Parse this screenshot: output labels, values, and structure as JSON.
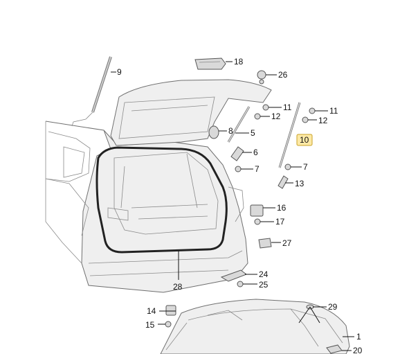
{
  "diagram": {
    "callouts": [
      {
        "id": "c1",
        "text": "1"
      },
      {
        "id": "c5",
        "text": "5"
      },
      {
        "id": "c6",
        "text": "6"
      },
      {
        "id": "c7a",
        "text": "7"
      },
      {
        "id": "c7b",
        "text": "7"
      },
      {
        "id": "c8",
        "text": "8"
      },
      {
        "id": "c9",
        "text": "9"
      },
      {
        "id": "c10",
        "text": "10",
        "highlighted": true
      },
      {
        "id": "c11a",
        "text": "11"
      },
      {
        "id": "c11b",
        "text": "11"
      },
      {
        "id": "c12a",
        "text": "12"
      },
      {
        "id": "c12b",
        "text": "12"
      },
      {
        "id": "c13",
        "text": "13"
      },
      {
        "id": "c14",
        "text": "14"
      },
      {
        "id": "c15",
        "text": "15"
      },
      {
        "id": "c16",
        "text": "16"
      },
      {
        "id": "c17",
        "text": "17"
      },
      {
        "id": "c18",
        "text": "18"
      },
      {
        "id": "c20",
        "text": "20"
      },
      {
        "id": "c24",
        "text": "24"
      },
      {
        "id": "c25",
        "text": "25"
      },
      {
        "id": "c26",
        "text": "26"
      },
      {
        "id": "c27",
        "text": "27"
      },
      {
        "id": "c28",
        "text": "28"
      },
      {
        "id": "c29",
        "text": "29"
      }
    ],
    "colors": {
      "highlight_fill": "#fde9a6",
      "highlight_border": "#c9a227",
      "line": "#111111",
      "body_fill": "#efefef"
    }
  }
}
